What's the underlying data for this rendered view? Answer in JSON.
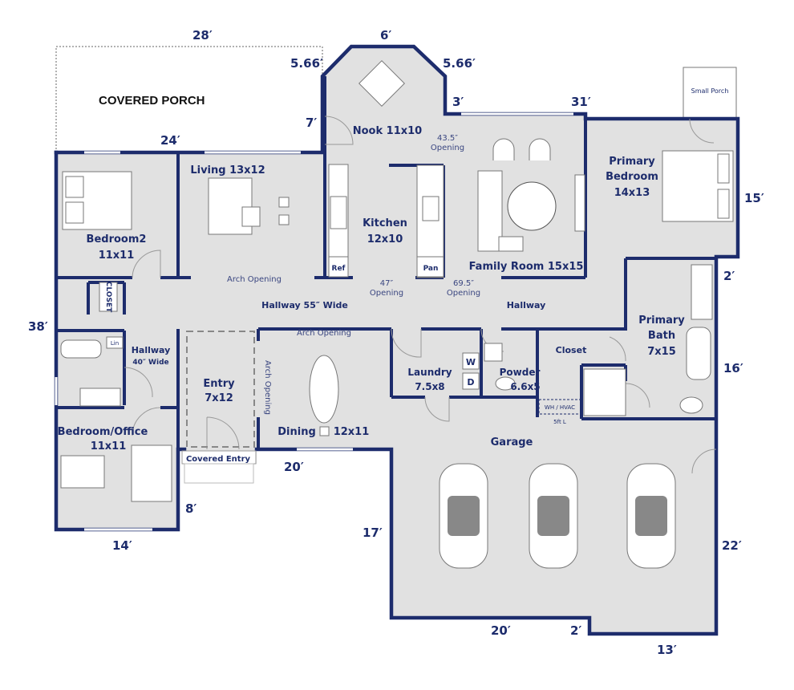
{
  "colors": {
    "wall": "#1d2c6c",
    "floor": "#e1e1e1",
    "label": "#1d2c6c"
  },
  "porch": {
    "label": "COVERED PORCH",
    "small_porch": "Small Porch"
  },
  "rooms": {
    "nook": "Nook 11x10",
    "living": "Living 13x12",
    "kitchen_name": "Kitchen",
    "kitchen_size": "12x10",
    "family": "Family Room 15x15",
    "primary_bed_1": "Primary",
    "primary_bed_2": "Bedroom",
    "primary_bed_3": "14x13",
    "bedroom2_name": "Bedroom2",
    "bedroom2_size": "11x11",
    "hallway_main": "Hallway 55″ Wide",
    "hallway_right": "Hallway",
    "hallway_left_name": "Hallway",
    "hallway_left_width": "40″ Wide",
    "primary_bath_1": "Primary",
    "primary_bath_2": "Bath",
    "primary_bath_3": "7x15",
    "closet": "Closet",
    "entry_name": "Entry",
    "entry_size": "7x12",
    "dining": "Dining",
    "dining_size": "12x11",
    "laundry_name": "Laundry",
    "laundry_size": "7.5x8",
    "powder_name": "Powder",
    "powder_size": "6.6x5",
    "office_name": "Bedroom/Office",
    "office_size": "11x11",
    "garage": "Garage",
    "covered_entry": "Covered Entry"
  },
  "notes": {
    "opening_435": "43.5″",
    "opening_word": "Opening",
    "opening_47": "47″",
    "opening_695": "69.5″",
    "arch_living": "Arch Opening",
    "arch_dining": "Arch Opening",
    "arch_entry": "Arch Opening",
    "ref": "Ref",
    "pan": "Pan",
    "closet_small": "CLOSET",
    "lin": "Lin",
    "washer": "W",
    "dryer": "D",
    "wh_hvac": "WH / HVAC",
    "wh_size": "5ft L"
  },
  "dimensions": {
    "porch_width": "28′",
    "nook_top": "6′",
    "nook_left": "5.66′",
    "nook_right": "5.66′",
    "step_3": "3′",
    "rear_31": "31′",
    "nook_7": "7′",
    "rear_24": "24′",
    "primary_15": "15′",
    "bath_2": "2′",
    "left_38": "38′",
    "bath_16": "16′",
    "dining_20": "20′",
    "entry_8": "8′",
    "garage_17": "17′",
    "office_14": "14′",
    "garage_22": "22′",
    "garage_20": "20′",
    "garage_2": "2′",
    "garage_13": "13′"
  }
}
